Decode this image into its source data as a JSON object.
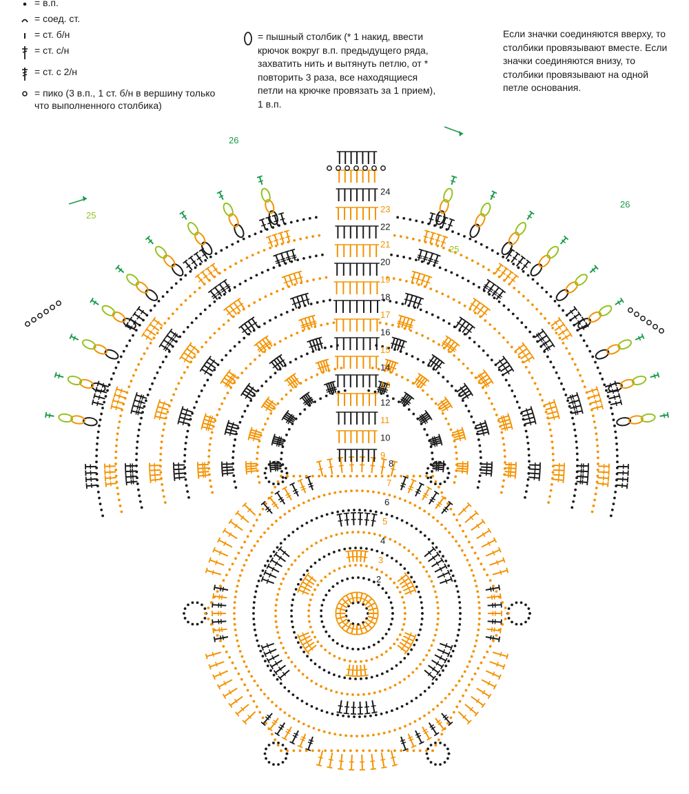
{
  "legend": [
    {
      "symbol": "chain",
      "text": "= в.п."
    },
    {
      "symbol": "slip-stitch",
      "text": "= соед. ст."
    },
    {
      "symbol": "single-crochet",
      "text": "= ст. б/н"
    },
    {
      "symbol": "double-crochet",
      "text": "= ст. с/н"
    },
    {
      "symbol": "treble-crochet",
      "text": "= ст. с 2/н"
    },
    {
      "symbol": "picot",
      "text": "= пико (3 в.п., 1 ст. б/н в вершину только что выполненного столбика)"
    }
  ],
  "puff_note": {
    "symbol": "puff-stitch",
    "text": "= пышный столбик (* 1 накид, ввести крючок вокруг в.п. предыдущего ряда, захватить нить и вытянуть петлю, от * повторить 3 раза, все находящиеся петли на крючке провязать за 1 прием), 1 в.п."
  },
  "join_note": "Если значки соединяются вверху, то столбики провязывают вместе. Если значки соединяются внизу, то столбики провязывают на одной петле основания.",
  "colors": {
    "black": "#1a1a1a",
    "orange": "#f39200",
    "lime": "#95c11f",
    "green": "#1a9a4a"
  },
  "center_rows": [
    "2",
    "3",
    "4",
    "5",
    "6",
    "7",
    "8",
    "9",
    "10",
    "11",
    "12",
    "13",
    "14",
    "15",
    "16",
    "17",
    "18",
    "19",
    "20",
    "21",
    "22",
    "23",
    "24"
  ],
  "side_rows": {
    "left": [
      "25",
      "26"
    ],
    "right": [
      "25",
      "26"
    ]
  }
}
